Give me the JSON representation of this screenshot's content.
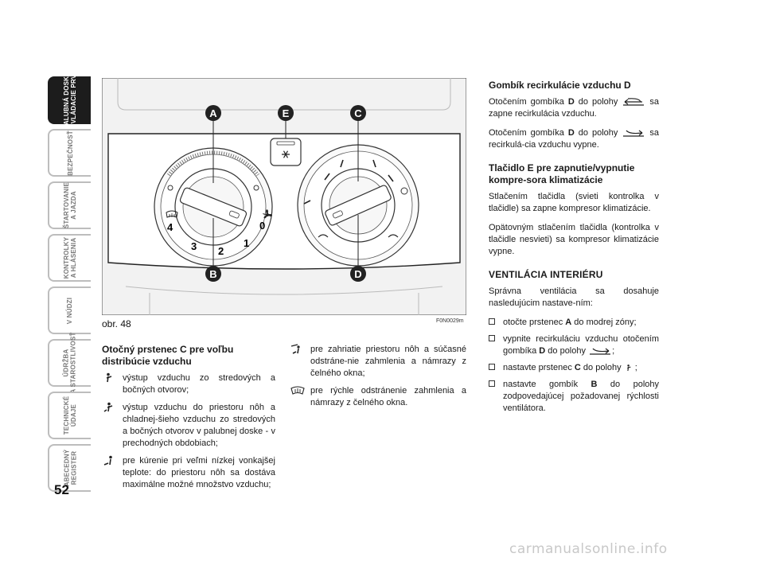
{
  "side_tabs": [
    {
      "label": "PALUBNÁ DOSKA\nA OVLÁDACIE PRVKY",
      "active": true
    },
    {
      "label": "BEZPEČNOSŤ",
      "active": false
    },
    {
      "label": "ŠTARTOVANIE\nA JAZDA",
      "active": false
    },
    {
      "label": "KONTROLKY\nA HLÁSENIA",
      "active": false
    },
    {
      "label": "V NÚDZI",
      "active": false
    },
    {
      "label": "ÚDRŽBA\nA STAROSTLIVOSŤ",
      "active": false
    },
    {
      "label": "TECHNICKÉ\nÚDAJE",
      "active": false
    },
    {
      "label": "ABECEDNÝ\nREGISTER",
      "active": false
    }
  ],
  "page_number": "52",
  "figure": {
    "caption": "obr. 48",
    "code": "F0N0029m",
    "callouts": [
      "A",
      "E",
      "C",
      "B",
      "D"
    ],
    "fan_scale": [
      "0",
      "1",
      "2",
      "3",
      "4"
    ]
  },
  "left_column": {
    "heading": "Otočný prstenec C pre voľbu distribúcie vzduchu",
    "items": [
      {
        "icon": "vent-face-icon",
        "text": "výstup vzduchu zo stredových a bočných otvorov;"
      },
      {
        "icon": "vent-face-feet-icon",
        "text": "výstup vzduchu do priestoru nôh a chladnej-šieho vzduchu zo stredových a bočných otvorov v palubnej doske - v prechodných obdobiach;"
      },
      {
        "icon": "vent-feet-icon",
        "text": "pre kúrenie pri veľmi nízkej vonkajšej teplote: do priestoru nôh sa dostáva maximálne možné množstvo vzduchu;"
      }
    ]
  },
  "middle_column": {
    "items": [
      {
        "icon": "vent-feet-windshield-icon",
        "text": "pre zahriatie priestoru nôh a súčasné odstráne-nie zahmlenia a námrazy z čelného okna;"
      },
      {
        "icon": "defrost-windshield-icon",
        "text": "pre rýchle odstránenie zahmlenia a námrazy z čelného okna."
      }
    ]
  },
  "right_column": {
    "heading1": "Gombík recirkulácie vzduchu D",
    "p1a": "Otočením gombíka",
    "p1b": "D",
    "p1c": "do polohy",
    "p1d": "sa zapne recirkulácia vzduchu.",
    "p2a": "Otočením gombíka",
    "p2b": "D",
    "p2c": "do polohy",
    "p2d": "sa recirkulá-cia vzduchu vypne.",
    "heading2": "Tlačidlo E pre zapnutie/vypnutie kompre-sora klimatizácie",
    "p3": "Stlačením tlačidla (svieti kontrolka v tlačidle) sa zapne kompresor klimatizácie.",
    "p4": "Opätovným stlačením tlačidla (kontrolka v tlačidle nesvieti) sa kompresor klimatizácie vypne.",
    "heading3": "VENTILÁCIA INTERIÉRU",
    "p5": "Správna ventilácia sa dosahuje nasledujúcim nastave-ním:",
    "bullets": [
      {
        "a": "otočte prstenec",
        "b": "A",
        "c": "do modrej zóny;"
      },
      {
        "a": "vypnite recirkuláciu vzduchu otočením gombíka",
        "b": "D",
        "c": "do polohy",
        "d": ";"
      },
      {
        "a": "nastavte prstenec",
        "b": "C",
        "c": "do polohy",
        "d": ";"
      },
      {
        "a": "nastavte gombík",
        "b": "B",
        "c": "do polohy zodpovedajúcej požadovanej rýchlosti ventilátora."
      }
    ]
  },
  "watermark": "carmanualsonline.info"
}
